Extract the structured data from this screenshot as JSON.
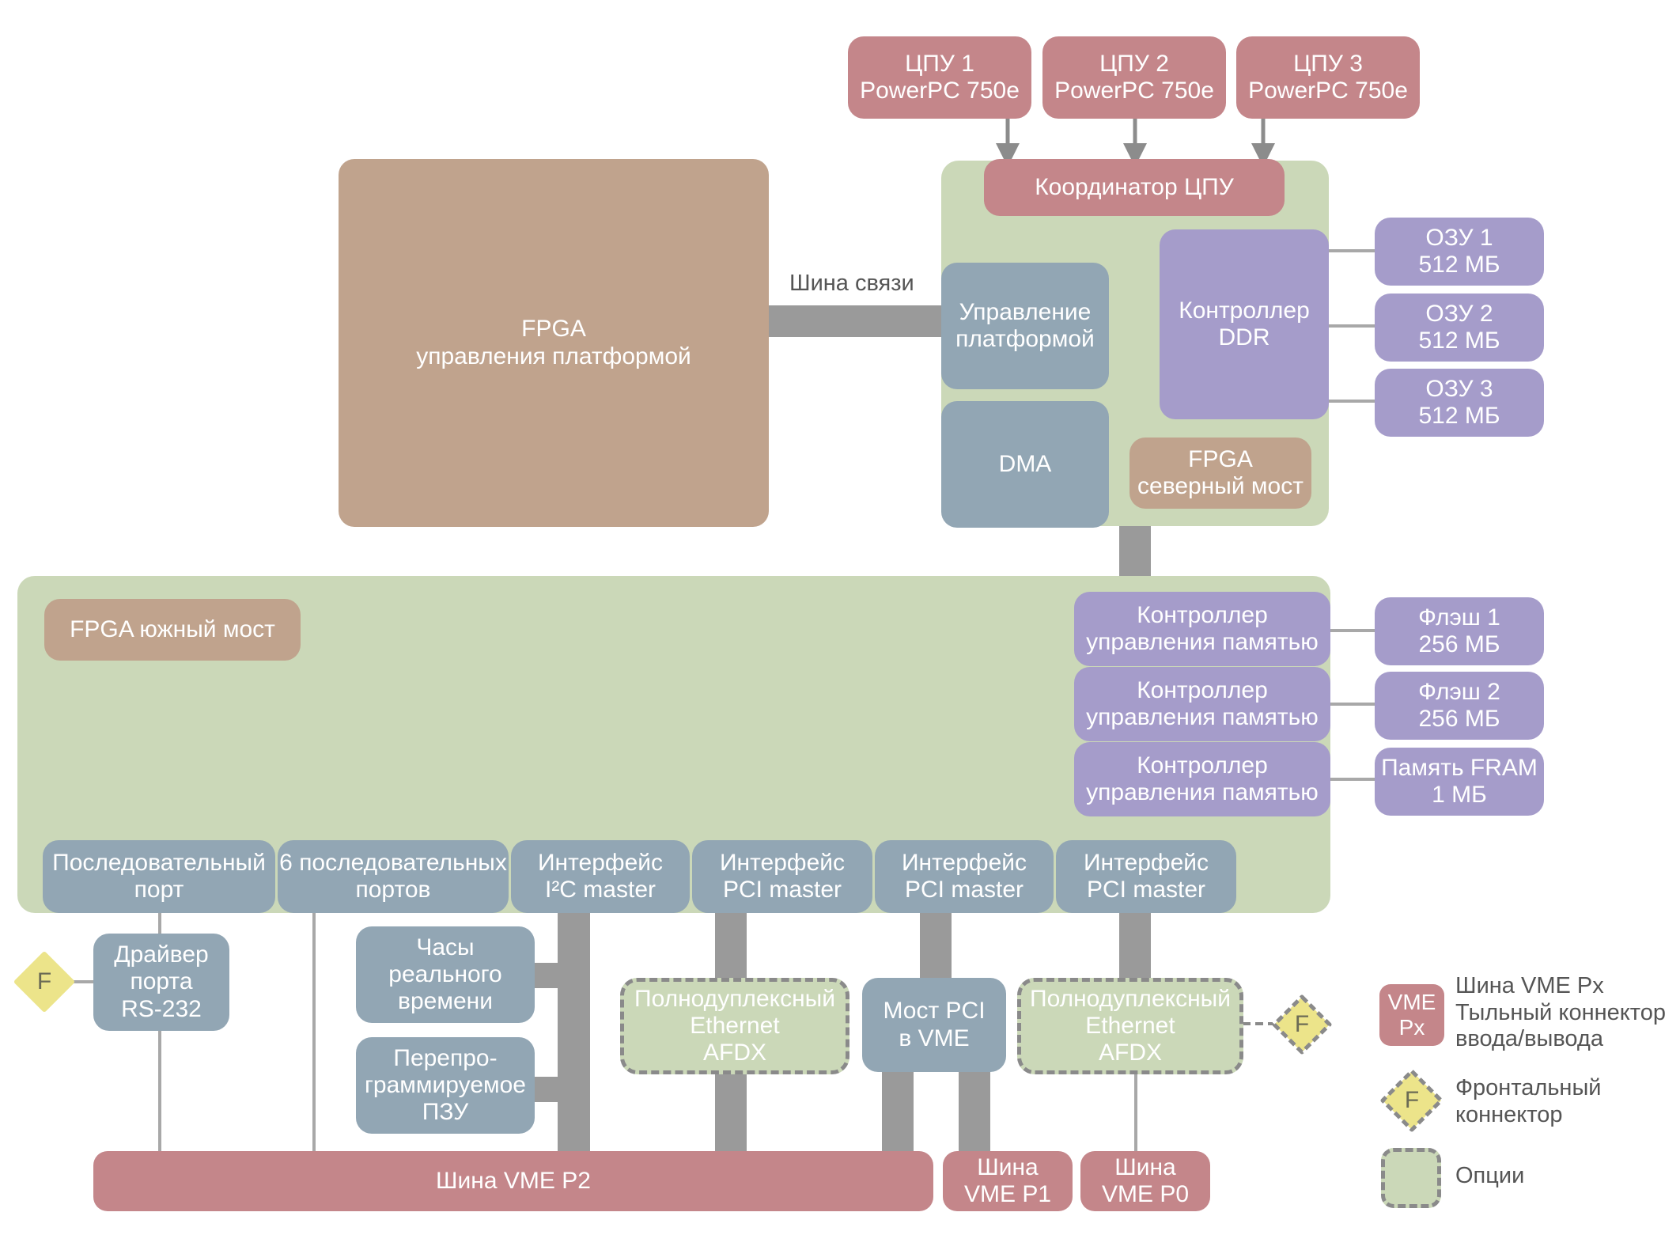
{
  "cpus": [
    {
      "label": "ЦПУ 1\nPowerPC 750e"
    },
    {
      "label": "ЦПУ 2\nPowerPC 750e"
    },
    {
      "label": "ЦПУ 3\nPowerPC 750e"
    }
  ],
  "cpu_coordinator": "Координатор ЦПУ",
  "fpga_platform": "FPGA\nуправления платформой",
  "link_bus": "Шина связи",
  "platform_control": "Управление\nплатформой",
  "dma": "DMA",
  "ddr_controller": "Контроллер\nDDR",
  "fpga_north": "FPGA\nсеверный мост",
  "ram": [
    {
      "label": "ОЗУ 1\n512 МБ"
    },
    {
      "label": "ОЗУ 2\n512 МБ"
    },
    {
      "label": "ОЗУ 3\n512 МБ"
    }
  ],
  "fpga_south": "FPGA южный мост",
  "memory_controllers": [
    {
      "label": "Контроллер\nуправления памятью"
    },
    {
      "label": "Контроллер\nуправления памятью"
    },
    {
      "label": "Контроллер\nуправления памятью"
    }
  ],
  "memories": [
    {
      "label": "Флэш 1\n256 МБ"
    },
    {
      "label": "Флэш 2\n256 МБ"
    },
    {
      "label": "Память FRAM\n1 МБ"
    }
  ],
  "interfaces": [
    {
      "label": "Последовательный\nпорт"
    },
    {
      "label": "6 последовательных\nпортов"
    },
    {
      "label": "Интерфейс\nI²C master"
    },
    {
      "label": "Интерфейс\nPCI master"
    },
    {
      "label": "Интерфейс\nPCI master"
    },
    {
      "label": "Интерфейс\nPCI master"
    }
  ],
  "rs232_driver": "Драйвер\nпорта\nRS-232",
  "rtc": "Часы\nреального\nвремени",
  "eeprom": "Перепро-\nграммируемое\nПЗУ",
  "afdx_1": "Полнодуплексный\nEthernet\nAFDX",
  "afdx_2": "Полнодуплексный\nEthernet\nAFDX",
  "pci_vme_bridge": "Мост PCI\nв VME",
  "vme_p2": "Шина VME P2",
  "vme_p1": "Шина\nVME P1",
  "vme_p0": "Шина\nVME P0",
  "front_connector_mark": "F",
  "legend": {
    "vme_mark": "VME\nPx",
    "vme_text": "Шина VME Px\nТыльный коннектор\nввода/вывода",
    "front_mark": "F",
    "front_text": "Фронтальный\nконнектор",
    "options_text": "Опции"
  },
  "colors": {
    "cpu_bus": "#c4868a",
    "ddr_memory": "#a59cca",
    "controller": "#92a6b4",
    "fpga": "#c0a38d",
    "fpga_zone": "#cbd8b8",
    "connector_thick": "#9a9a9a",
    "connector_thin": "#a8a8a8",
    "front_connector": "#ece48a",
    "option_border": "#8a8a8a"
  },
  "icons": {
    "front_connector": "dashed-diamond-icon",
    "arrow": "arrow-down-icon"
  }
}
